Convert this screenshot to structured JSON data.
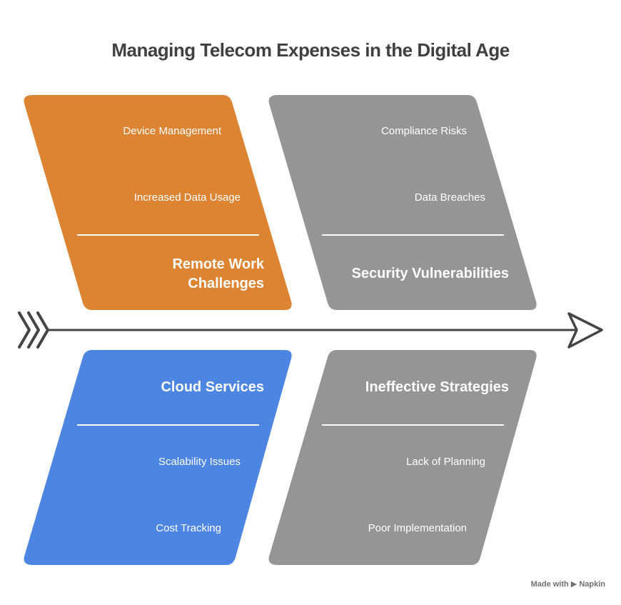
{
  "title": "Managing Telecom Expenses in the Digital Age",
  "colors": {
    "orange": "#DD8432",
    "gray": "#959595",
    "blue": "#4C86E2",
    "spine": "#444444",
    "title": "#404040"
  },
  "categories": [
    {
      "id": "remote-work",
      "label": "Remote Work Challenges",
      "label_lines": [
        "Remote Work",
        "Challenges"
      ],
      "color": "#DD8432",
      "position": "top-left",
      "causes": [
        "Device Management",
        "Increased Data Usage"
      ]
    },
    {
      "id": "security",
      "label": "Security Vulnerabilities",
      "color": "#959595",
      "position": "top-right",
      "causes": [
        "Compliance Risks",
        "Data Breaches"
      ]
    },
    {
      "id": "cloud",
      "label": "Cloud Services",
      "color": "#4C86E2",
      "position": "bottom-left",
      "causes": [
        "Scalability Issues",
        "Cost Tracking"
      ]
    },
    {
      "id": "strategies",
      "label": "Ineffective Strategies",
      "color": "#959595",
      "position": "bottom-right",
      "causes": [
        "Lack of Planning",
        "Poor Implementation"
      ]
    }
  ],
  "footer": {
    "credit": "Made with ▶ Napkin"
  }
}
